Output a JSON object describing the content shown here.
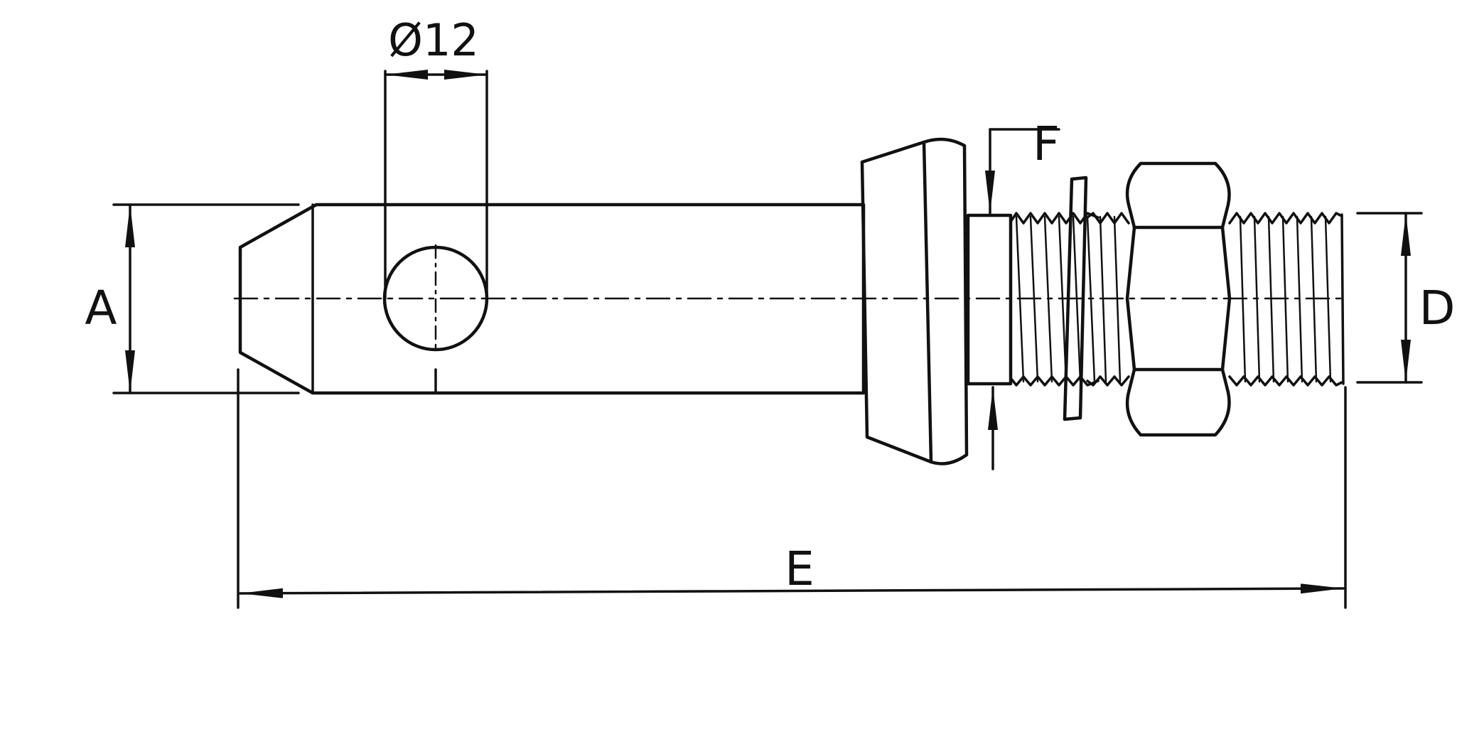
{
  "labels": {
    "hole_diameter": "Ø12",
    "dim_a": "A",
    "dim_d": "D",
    "dim_e": "E",
    "dim_f": "F"
  },
  "colors": {
    "ink": "#111111",
    "background": "#ffffff"
  }
}
